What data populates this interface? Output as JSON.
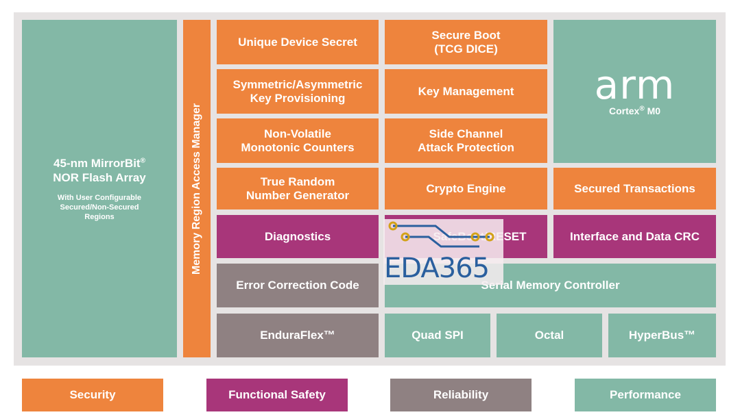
{
  "flash": {
    "title1": "45-nm MirrorBit",
    "reg": "®",
    "title2": "NOR Flash Array",
    "sub1": "With User Configurable",
    "sub2": "Secured/Non-Secured",
    "sub3": "Regions"
  },
  "mram": {
    "label": "Memory Region Access Manager"
  },
  "blocks": {
    "uds": {
      "l1": "Unique Device Secret"
    },
    "secure_boot": {
      "l1": "Secure Boot",
      "l2": "(TCG DICE)"
    },
    "sym_asym": {
      "l1": "Symmetric/Asymmetric",
      "l2": "Key Provisioning"
    },
    "key_mgmt": {
      "l1": "Key Management"
    },
    "nv_counters": {
      "l1": "Non-Volatile",
      "l2": "Monotonic Counters"
    },
    "side_channel": {
      "l1": "Side Channel",
      "l2": "Attack Protection"
    },
    "trng": {
      "l1": "True Random",
      "l2": "Number Generator"
    },
    "crypto": {
      "l1": "Crypto Engine"
    },
    "secured_tx": {
      "l1": "Secured Transactions"
    },
    "diagnostics": {
      "l1": "Diagnostics"
    },
    "safeboot": {
      "l1": "SafeBoot/RESET"
    },
    "iface_crc": {
      "l1": "Interface and Data CRC"
    },
    "ecc": {
      "l1": "Error Correction Code"
    },
    "serial_mem": {
      "l1": "Serial Memory Controller"
    },
    "enduraflex": {
      "l1": "EnduraFlex™"
    },
    "quad_spi": {
      "l1": "Quad SPI"
    },
    "octal": {
      "l1": "Octal"
    },
    "hyperbus": {
      "l1": "HyperBus™"
    }
  },
  "arm": {
    "logo": "arm",
    "core": "Cortex",
    "reg": "®",
    "core2": " M0"
  },
  "watermark": {
    "text": "EDA365"
  },
  "legend": {
    "security": "Security",
    "safety": "Functional Safety",
    "reliability": "Reliability",
    "performance": "Performance"
  },
  "colors": {
    "security": "#ee843d",
    "safety": "#a8367a",
    "reliability": "#8f8182",
    "performance": "#83b8a6"
  }
}
